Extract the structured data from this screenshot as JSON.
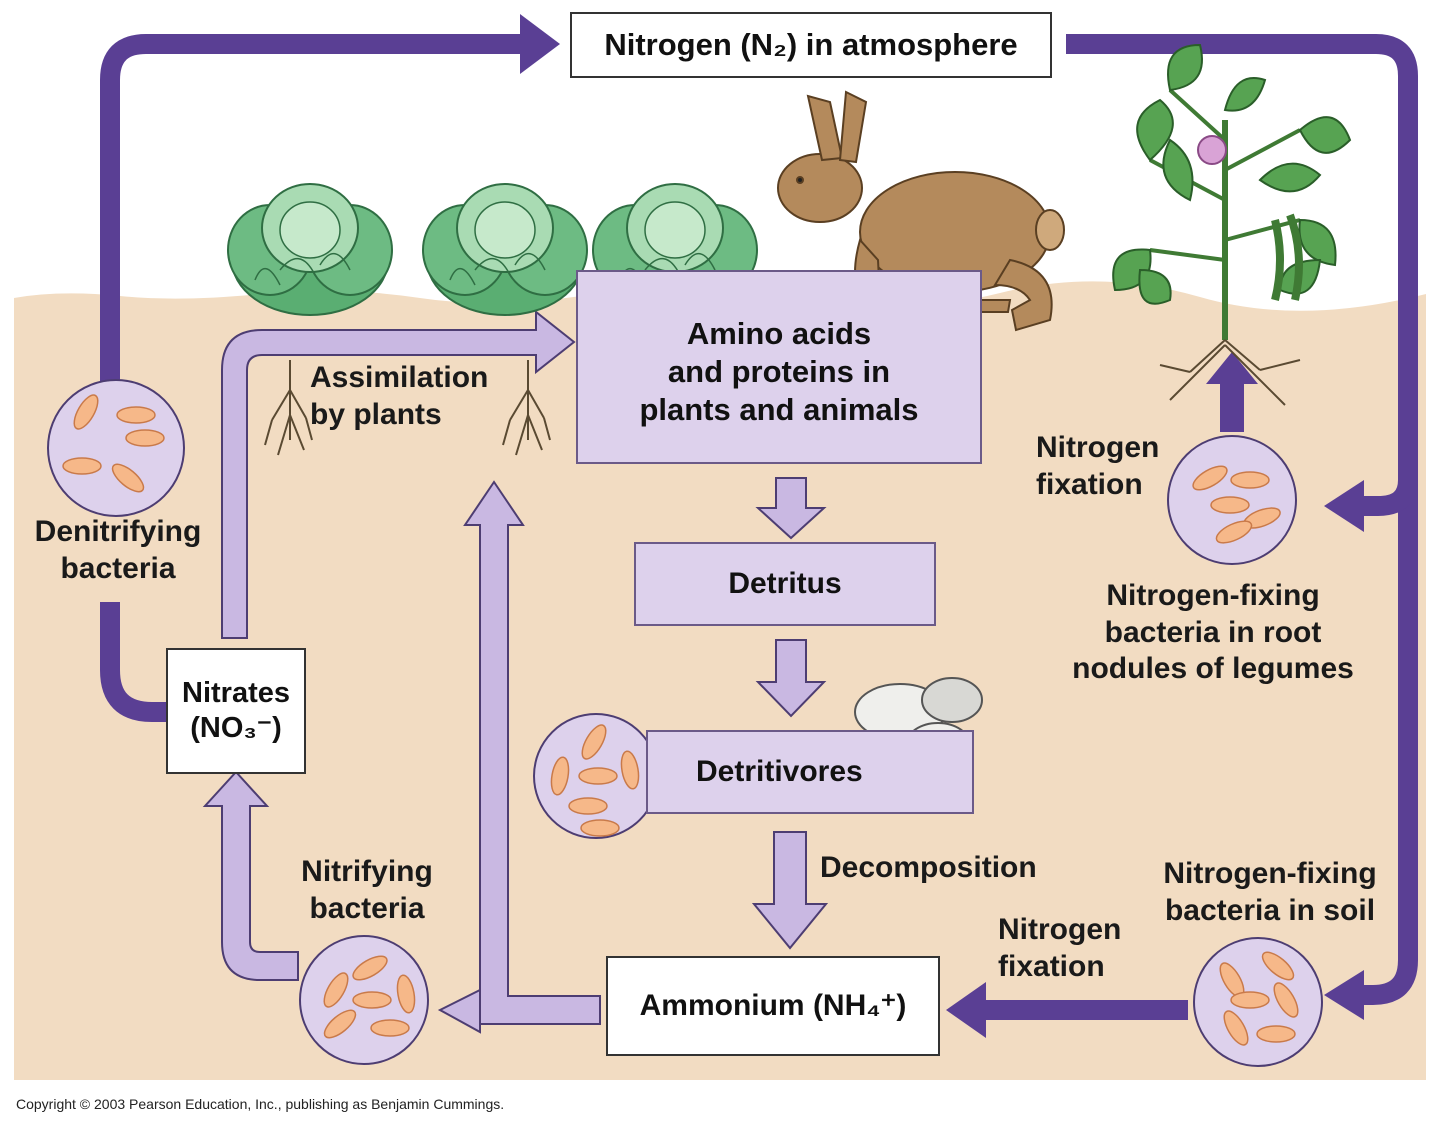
{
  "colors": {
    "sky": "#ffffff",
    "soil": "#f2dcc2",
    "dark_arrow": "#5a3f94",
    "light_arrow": "#c9b8e2",
    "bacteria_circle": "#ddd1ec",
    "bacteria_cell": "#f6b889",
    "leaf_green": "#4fa86a",
    "rabbit": "#b48a5c"
  },
  "boxes": {
    "atmosphere": "Nitrogen (N₂) in atmosphere",
    "amino": "Amino acids\nand proteins in\nplants and animals",
    "detritus": "Detritus",
    "detritivores": "Detritivores",
    "ammonium": "Ammonium (NH₄⁺)",
    "nitrates": "Nitrates\n(NO₃⁻)"
  },
  "labels": {
    "assimilation": "Assimilation\nby plants",
    "denitrifying": "Denitrifying\nbacteria",
    "nitrifying": "Nitrifying\nbacteria",
    "fixation_top": "Nitrogen\nfixation",
    "fixing_root": "Nitrogen-fixing\nbacteria in root\nnodules of legumes",
    "decomposition": "Decomposition",
    "fixation_bottom": "Nitrogen\nfixation",
    "fixing_soil": "Nitrogen-fixing\nbacteria in soil"
  },
  "copyright": "Copyright © 2003 Pearson Education, Inc., publishing as Benjamin Cummings."
}
